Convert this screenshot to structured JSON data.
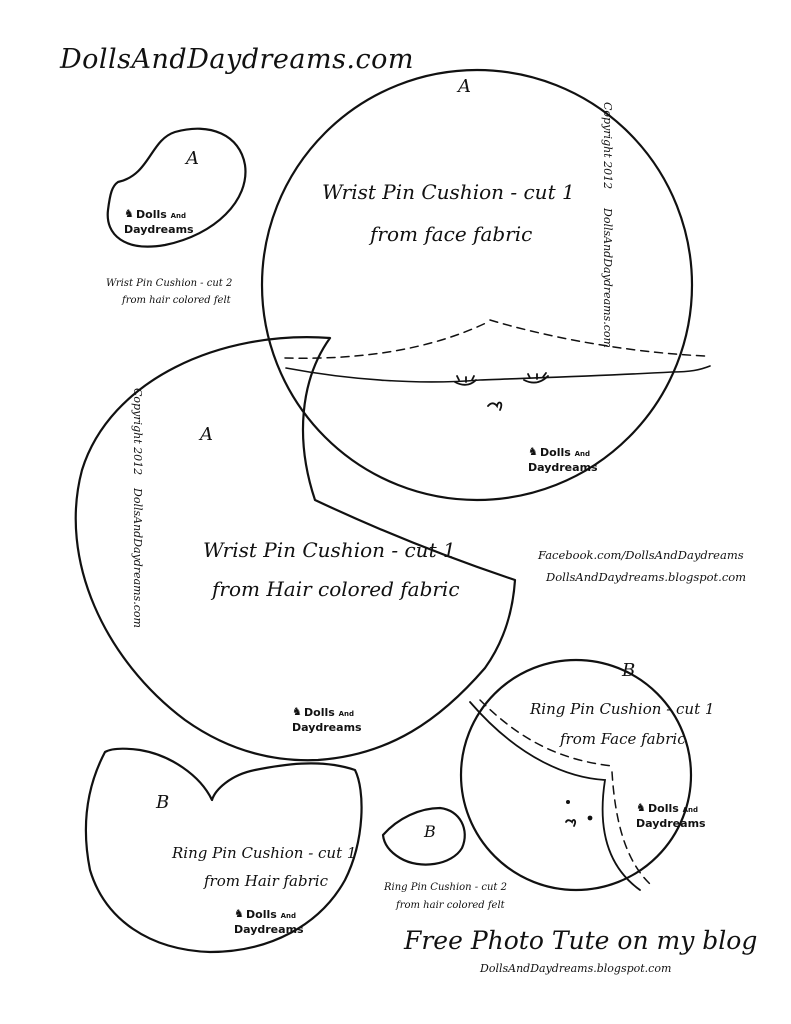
{
  "site_title": "DollsAndDaydreams.com",
  "pieces": {
    "wrist_hair_small": {
      "letter": "A",
      "caption_line1": "Wrist Pin Cushion - cut 2",
      "caption_line2": "from hair colored felt"
    },
    "wrist_face": {
      "letter": "A",
      "caption_line1": "Wrist Pin Cushion - cut 1",
      "caption_line2": "from face fabric",
      "vertical_copyright": "Copyright 2012",
      "vertical_site": "DollsAndDaydreams.com"
    },
    "wrist_hair_large": {
      "letter": "A",
      "caption_line1": "Wrist Pin Cushion - cut 1",
      "caption_line2": "from Hair colored fabric",
      "vertical_copyright": "Copyright 2012",
      "vertical_site": "DollsAndDaydreams.com"
    },
    "ring_face": {
      "letter": "B",
      "caption_line1": "Ring Pin Cushion - cut 1",
      "caption_line2": "from Face fabric"
    },
    "ring_hair_large": {
      "letter": "B",
      "caption_line1": "Ring Pin Cushion - cut 1",
      "caption_line2": "from Hair fabric"
    },
    "ring_hair_small": {
      "letter": "B",
      "caption_line1": "Ring Pin Cushion - cut 2",
      "caption_line2": "from hair colored felt"
    }
  },
  "logo": {
    "line1": "Dolls",
    "line1_small": "And",
    "line2": "Daydreams"
  },
  "social": {
    "facebook": "Facebook.com/DollsAndDaydreams",
    "blog": "DollsAndDaydreams.blogspot.com"
  },
  "footer": {
    "headline": "Free Photo Tute on my blog",
    "url": "DollsAndDaydreams.blogspot.com"
  }
}
